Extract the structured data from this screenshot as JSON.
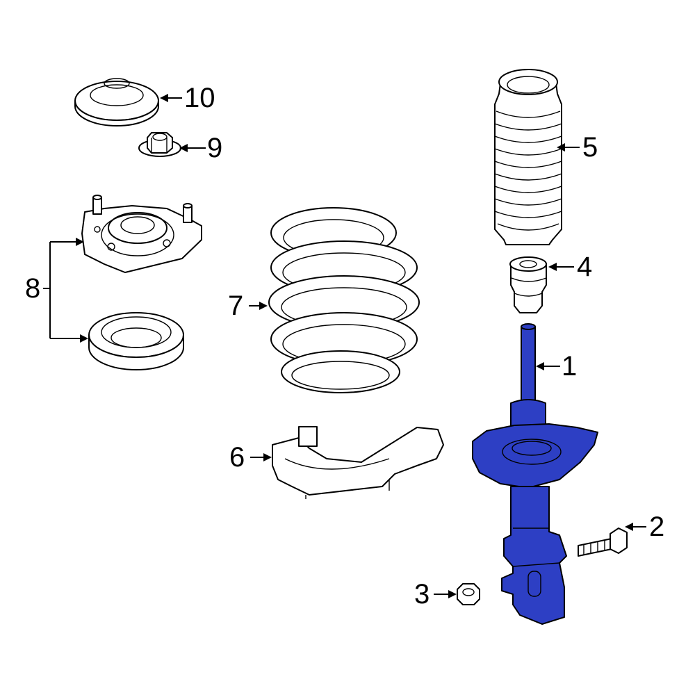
{
  "callouts": {
    "c1": "1",
    "c2": "2",
    "c3": "3",
    "c4": "4",
    "c5": "5",
    "c6": "6",
    "c7": "7",
    "c8": "8",
    "c9": "9",
    "c10": "10"
  },
  "colors": {
    "highlight": "#2d3fc4",
    "line": "#000000",
    "background": "#ffffff"
  }
}
